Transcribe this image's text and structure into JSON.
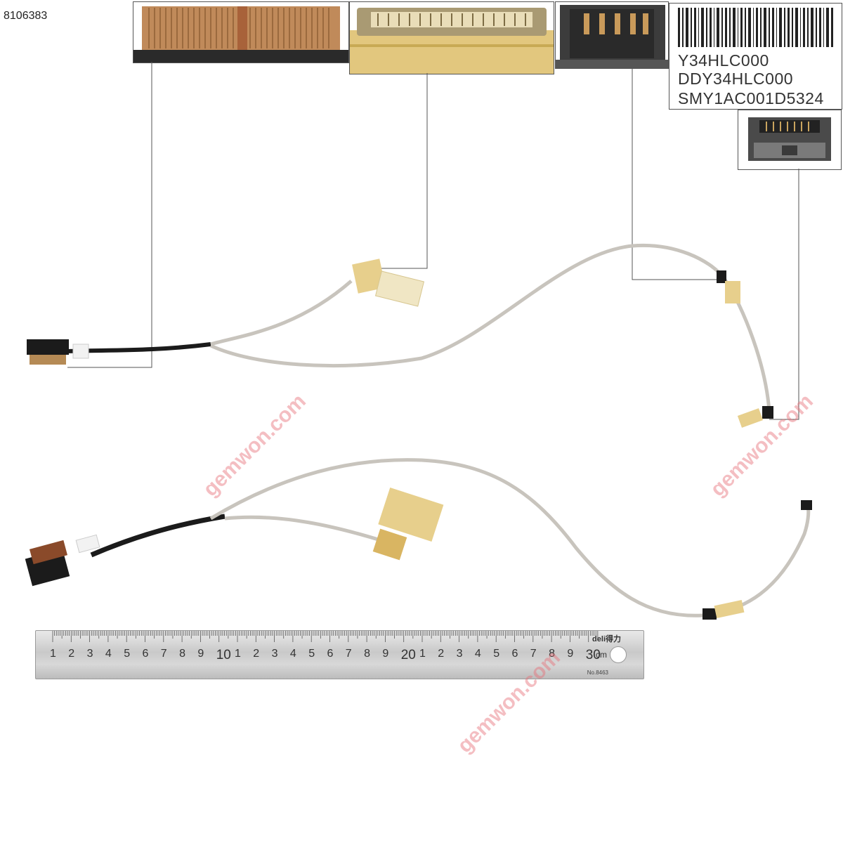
{
  "sku": "8106383",
  "label": {
    "line1": "Y34HLC000",
    "line2": "DDY34HLC000",
    "line3": "SMY1AC001D5324"
  },
  "watermark": "gemwon.com",
  "ruler": {
    "numbers": [
      "1",
      "2",
      "3",
      "4",
      "5",
      "6",
      "7",
      "8",
      "9",
      "10",
      "1",
      "2",
      "3",
      "4",
      "5",
      "6",
      "7",
      "8",
      "9",
      "20",
      "1",
      "2",
      "3",
      "4",
      "5",
      "6",
      "7",
      "8",
      "9",
      "30"
    ],
    "unit": "cm",
    "brand": "deli得力",
    "model": "No.8463"
  },
  "colors": {
    "cable_grey": "#c8c4bd",
    "cable_black": "#1b1b1b",
    "tape_yellow": "#e7cf8c",
    "watermark": "#e86e78",
    "callout_line": "#555555"
  }
}
